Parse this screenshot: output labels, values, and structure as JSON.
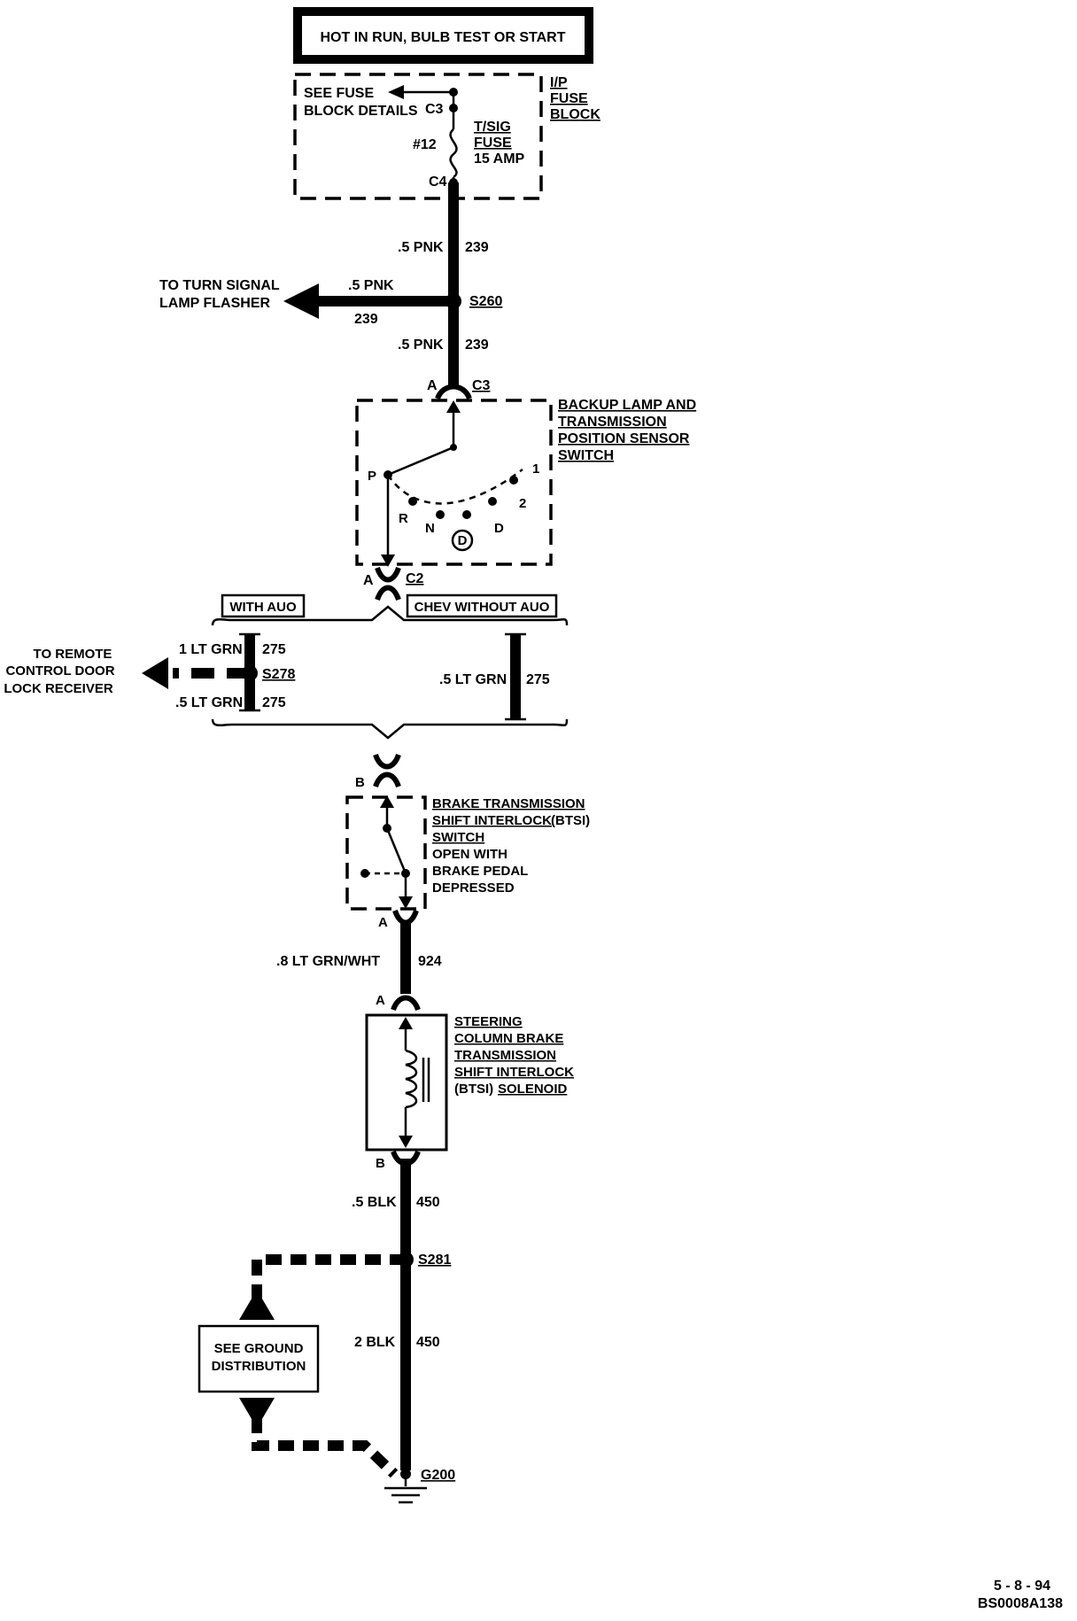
{
  "header": {
    "title": "HOT IN RUN, BULB TEST OR START"
  },
  "fuse_block": {
    "name_lines": [
      "I/P",
      "FUSE",
      "BLOCK"
    ],
    "see_details_lines": [
      "SEE FUSE",
      "BLOCK DETAILS"
    ],
    "conn_in": "C3",
    "conn_out": "C4",
    "fuse_number": "#12",
    "fuse_lines": [
      "T/SIG",
      "FUSE",
      "15 AMP"
    ]
  },
  "wires": {
    "w1": {
      "gauge": ".5 PNK",
      "circuit": "239"
    },
    "flasher_branch": {
      "gauge": ".5 PNK",
      "circuit": "239"
    },
    "w2": {
      "gauge": ".5 PNK",
      "circuit": "239"
    },
    "wa": {
      "gauge": "1 LT GRN",
      "circuit": "275"
    },
    "wb": {
      "gauge": ".5 LT GRN",
      "circuit": "275"
    },
    "wc": {
      "gauge": ".5 LT GRN",
      "circuit": "275"
    },
    "w3": {
      "gauge": ".8  LT  GRN/WHT",
      "circuit": "924"
    },
    "w4": {
      "gauge": ".5 BLK",
      "circuit": "450"
    },
    "w5": {
      "gauge": "2 BLK",
      "circuit": "450"
    }
  },
  "splices": {
    "s260": "S260",
    "s278": "S278",
    "s281": "S281"
  },
  "flasher_dest_lines": [
    "TO TURN SIGNAL",
    "LAMP FLASHER"
  ],
  "tps_switch": {
    "name_lines": [
      "BACKUP LAMP AND",
      "TRANSMISSION",
      "POSITION SENSOR",
      "SWITCH"
    ],
    "top_pin": "A",
    "top_conn": "C3",
    "bottom_pin": "A",
    "bottom_conn": "C2",
    "positions": {
      "p": "P",
      "r": "R",
      "n": "N",
      "d": "D",
      "two": "2",
      "one": "1"
    },
    "overdrive": "D"
  },
  "options": {
    "with_auo": "WITH  AUO",
    "without_auo": "CHEV  WITHOUT  AUO"
  },
  "remote_lock_dest_lines": [
    "TO  REMOTE",
    "CONTROL  DOOR",
    "LOCK  RECEIVER"
  ],
  "btsi_switch": {
    "top_pin": "B",
    "bottom_pin": "A",
    "desc_lines": [
      "BRAKE  TRANSMISSION",
      "SHIFT  INTERLOCK",
      "SWITCH",
      "OPEN WITH",
      "BRAKE PEDAL",
      "DEPRESSED"
    ],
    "abbr": "(BTSI)"
  },
  "btsi_solenoid": {
    "top_pin": "A",
    "bottom_pin": "B",
    "name_lines": [
      "STEERING",
      "COLUMN BRAKE",
      "TRANSMISSION",
      "SHIFT INTERLOCK"
    ],
    "name_last_prefix": "(BTSI)",
    "name_last": "SOLENOID"
  },
  "ground_box_lines": [
    "SEE GROUND",
    "DISTRIBUTION"
  ],
  "ground": "G200",
  "footer": {
    "date": "5 - 8 - 94",
    "code": "BS0008A138"
  }
}
